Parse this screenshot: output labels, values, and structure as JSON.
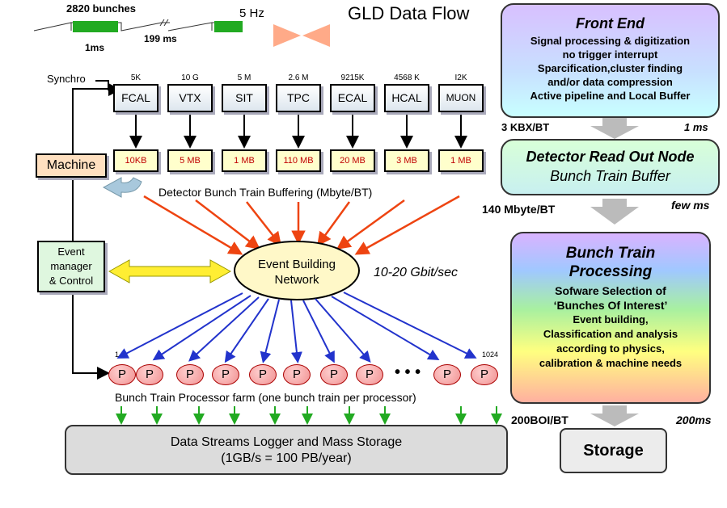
{
  "title": "GLD Data Flow",
  "timing": {
    "bunches": "2820 bunches",
    "freq": "5 Hz",
    "gap": "199 ms",
    "train": "1ms"
  },
  "synchro": "Synchro",
  "machine": "Machine",
  "detectors": [
    {
      "name": "FCAL",
      "size": "5K",
      "buffer": "10KB"
    },
    {
      "name": "VTX",
      "size": "10 G",
      "buffer": "5 MB"
    },
    {
      "name": "SIT",
      "size": "5 M",
      "buffer": "1 MB"
    },
    {
      "name": "TPC",
      "size": "2.6 M",
      "buffer": "110 MB"
    },
    {
      "name": "ECAL",
      "size": "9215K",
      "buffer": "20 MB"
    },
    {
      "name": "HCAL",
      "size": "4568 K",
      "buffer": "3 MB"
    },
    {
      "name": "MUON",
      "size": "I2K",
      "buffer": "1 MB"
    }
  ],
  "buffering_label": "Detector Bunch Train Buffering (Mbyte/BT)",
  "event_manager": [
    "Event",
    "manager",
    "& Control"
  ],
  "event_building": [
    "Event Building",
    "Network"
  ],
  "network_speed": "10-20  Gbit/sec",
  "processors": {
    "label": "P",
    "dots": "• • •",
    "first_index": "1",
    "last_index": "1024",
    "farm_label": "Bunch Train Processor farm (one bunch train per processor)"
  },
  "storage_main": [
    "Data Streams Logger and Mass Storage",
    "(1GB/s = 100 PB/year)"
  ],
  "front_end": {
    "title": "Front End",
    "lines": [
      "Signal processing & digitization",
      "no trigger interrupt",
      "Sparcification,cluster finding",
      "and/or data compression",
      "Active pipeline and Local Buffer"
    ]
  },
  "rate1": {
    "left": "3 KBX/BT",
    "right": "1 ms"
  },
  "readout": {
    "title": "Detector Read Out Node",
    "sub": "Bunch Train Buffer"
  },
  "rate2": {
    "left": "140 Mbyte/BT",
    "right": "few ms"
  },
  "btp": {
    "title": [
      "Bunch Train",
      "Processing"
    ],
    "bold_lines": [
      "Sofware Selection of",
      "‘Bunches Of Interest’"
    ],
    "lines": [
      "Event building,",
      "Classification and analysis",
      "according to physics,",
      "calibration & machine needs"
    ]
  },
  "rate3": {
    "left": "200BOI/BT",
    "right": "200ms"
  },
  "storage_right": "Storage",
  "colors": {
    "red_arrow": "#ee4411",
    "blue_arrow": "#2233cc",
    "green_arrow": "#22aa22",
    "yellow_arrow": "#ffee33"
  }
}
